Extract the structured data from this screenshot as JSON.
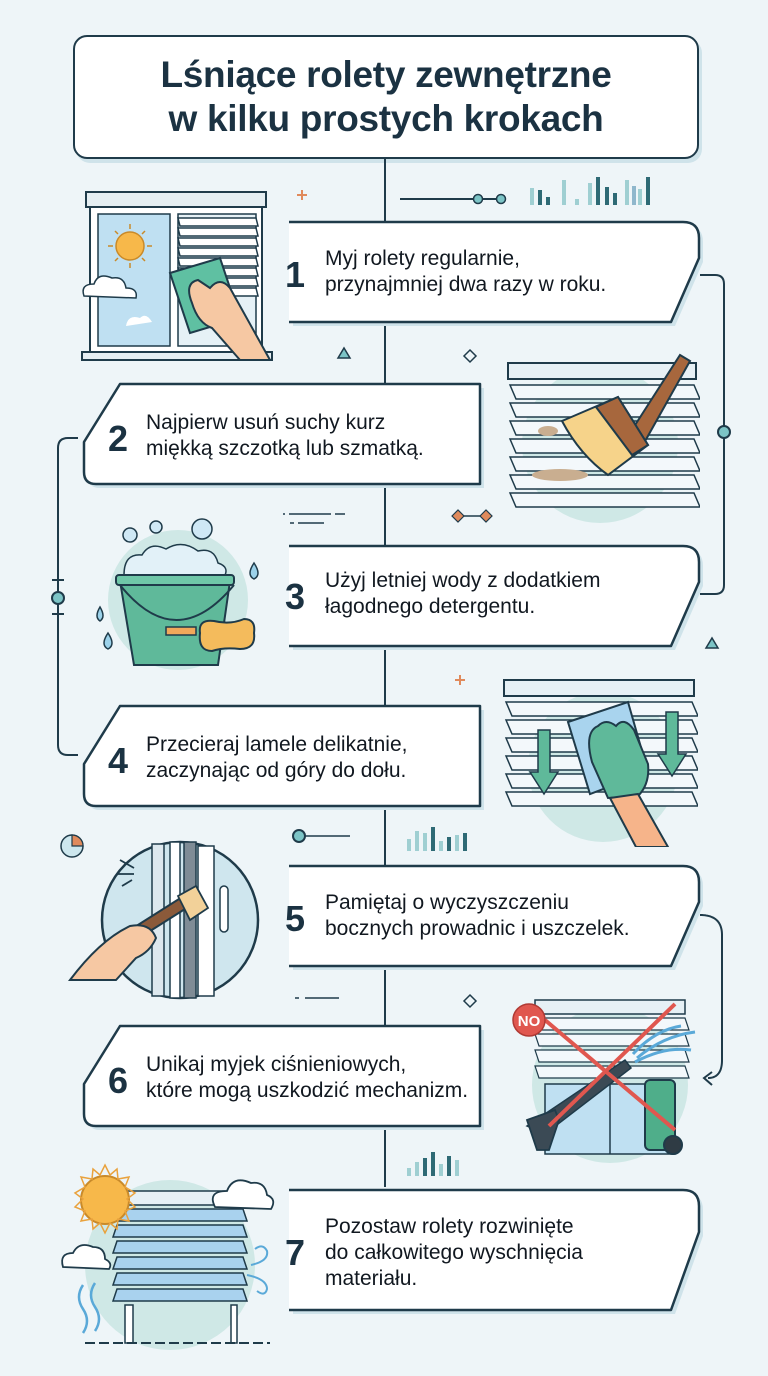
{
  "header": {
    "title_line1": "Lśniące rolety zewnętrzne",
    "title_line2": "w kilku prostych krokach"
  },
  "steps": [
    {
      "number": "1",
      "line1": "Myj rolety regularnie,",
      "line2": "przynajmniej dwa razy w roku.",
      "line3": ""
    },
    {
      "number": "2",
      "line1": "Najpierw usuń suchy kurz",
      "line2": "miękką szczotką lub szmatką.",
      "line3": ""
    },
    {
      "number": "3",
      "line1": "Użyj letniej wody z dodatkiem",
      "line2": "łagodnego detergentu.",
      "line3": ""
    },
    {
      "number": "4",
      "line1": "Przecieraj lamele delikatnie,",
      "line2": "zaczynając od góry do dołu.",
      "line3": ""
    },
    {
      "number": "5",
      "line1": "Pamiętaj o wyczyszczeniu",
      "line2": "bocznych prowadnic i uszczelek.",
      "line3": ""
    },
    {
      "number": "6",
      "line1": "Unikaj myjek ciśnieniowych,",
      "line2": "które mogą uszkodzić mechanizm.",
      "line3": ""
    },
    {
      "number": "7",
      "line1": "Pozostaw rolety rozwinięte",
      "line2": "do całkowitego wyschnięcia",
      "line3": "materiału."
    }
  ],
  "illustrations": {
    "step1": "window-with-blinds-and-cloth-icon",
    "step2": "brush-removing-dust-icon",
    "step3": "bucket-with-soap-and-sponge-icon",
    "step4": "gloved-hand-wiping-slats-icon",
    "step5": "brush-cleaning-side-rail-icon",
    "step6": "no-pressure-washer-icon",
    "step6_badge": "NO",
    "step7": "blinds-drying-in-sun-icon"
  },
  "colors": {
    "background": "#eef5f8",
    "outline": "#1f3b4a",
    "number": "#1b3242",
    "accent_teal": "#5fb9a7",
    "accent_green": "#4fae8a",
    "circle_bg": "#cfe8e6",
    "sky": "#bfe0f2",
    "sun": "#f7b84a",
    "no_red": "#e0574f",
    "orange_accent": "#e08a5c"
  }
}
